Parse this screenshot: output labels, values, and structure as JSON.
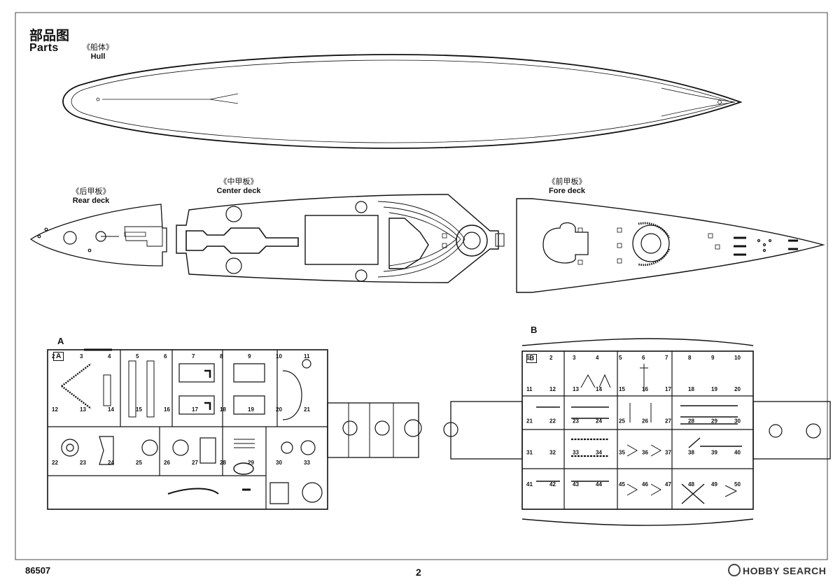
{
  "header": {
    "title_cn": "部品图",
    "title_en": "Parts"
  },
  "hull": {
    "label_cn": "《船体》",
    "label_en": "Hull"
  },
  "rear_deck": {
    "label_cn": "《后甲板》",
    "label_en": "Rear deck"
  },
  "center_deck": {
    "label_cn": "《中甲板》",
    "label_en": "Center deck"
  },
  "fore_deck": {
    "label_cn": "《前甲板》",
    "label_en": "Fore deck"
  },
  "sprue_a": {
    "letter": "A",
    "inner_letter": "A",
    "part_numbers": [
      "2",
      "3",
      "4",
      "5",
      "6",
      "7",
      "8",
      "9",
      "10",
      "11",
      "12",
      "13",
      "14",
      "15",
      "16",
      "17",
      "18",
      "19",
      "20",
      "21",
      "22",
      "23",
      "24",
      "25",
      "26",
      "27",
      "28",
      "29",
      "30",
      "33"
    ]
  },
  "sprue_b": {
    "letter": "B",
    "inner_letter": "B",
    "part_numbers": [
      "1",
      "2",
      "3",
      "4",
      "5",
      "6",
      "7",
      "8",
      "9",
      "10",
      "11",
      "12",
      "13",
      "14",
      "15",
      "16",
      "17",
      "18",
      "19",
      "20",
      "21",
      "22",
      "23",
      "24",
      "25",
      "26",
      "27",
      "28",
      "29",
      "30",
      "31",
      "32",
      "33",
      "34",
      "35",
      "36",
      "37",
      "38",
      "39",
      "40",
      "41",
      "42",
      "43",
      "44",
      "45",
      "46",
      "47",
      "48",
      "49",
      "50"
    ]
  },
  "footer": {
    "model_code": "86507",
    "page_number": "2"
  },
  "watermark": {
    "text": "HOBBY SEARCH"
  }
}
